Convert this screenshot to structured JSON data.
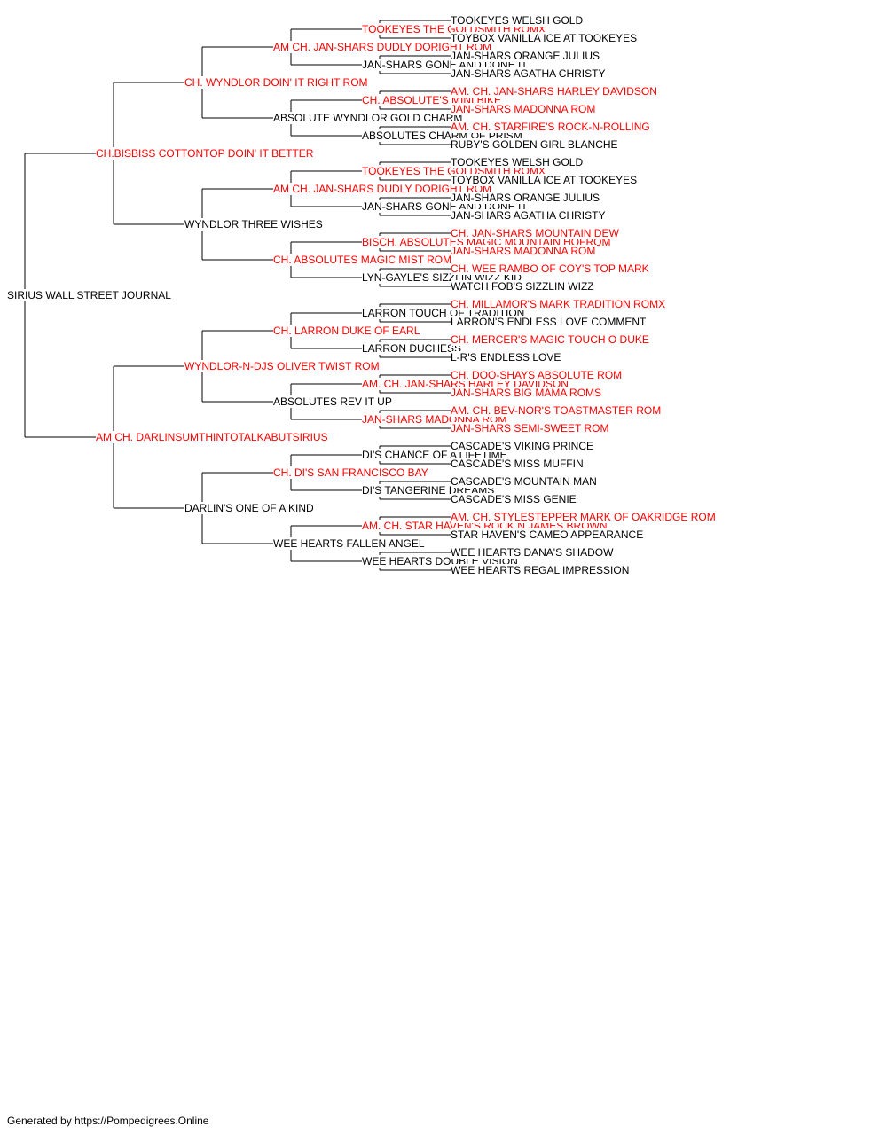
{
  "pedigree": {
    "name": "SIRIUS WALL STREET JOURNAL",
    "champion": false,
    "sire": {
      "name": "CH.BISBISS COTTONTOP DOIN' IT BETTER",
      "champion": true,
      "sire": {
        "name": "CH. WYNDLOR DOIN' IT RIGHT ROM",
        "champion": true,
        "sire": {
          "name": "AM CH. JAN-SHARS DUDLY DORIGHT ROM",
          "champion": true,
          "sire": {
            "name": "TOOKEYES THE GOLDSMITH ROMX",
            "champion": true,
            "sire": {
              "name": "TOOKEYES WELSH GOLD",
              "champion": false
            },
            "dam": {
              "name": "TOYBOX VANILLA ICE AT TOOKEYES",
              "champion": false
            }
          },
          "dam": {
            "name": "JAN-SHARS GONE AND DONE IT",
            "champion": false,
            "sire": {
              "name": "JAN-SHARS ORANGE JULIUS",
              "champion": false
            },
            "dam": {
              "name": "JAN-SHARS AGATHA CHRISTY",
              "champion": false
            }
          }
        },
        "dam": {
          "name": "ABSOLUTE WYNDLOR GOLD CHARM",
          "champion": false,
          "sire": {
            "name": "CH. ABSOLUTE'S MINI BIKE",
            "champion": true,
            "sire": {
              "name": "AM. CH. JAN-SHARS HARLEY DAVIDSON",
              "champion": true
            },
            "dam": {
              "name": "JAN-SHARS MADONNA ROM",
              "champion": true
            }
          },
          "dam": {
            "name": "ABSOLUTES CHARM OF PRISM",
            "champion": false,
            "sire": {
              "name": "AM. CH. STARFIRE'S ROCK-N-ROLLING",
              "champion": true
            },
            "dam": {
              "name": "RUBY'S GOLDEN GIRL BLANCHE",
              "champion": false
            }
          }
        }
      },
      "dam": {
        "name": "WYNDLOR THREE WISHES",
        "champion": false,
        "sire": {
          "name": "AM CH. JAN-SHARS DUDLY DORIGHT ROM",
          "champion": true,
          "sire": {
            "name": "TOOKEYES THE GOLDSMITH ROMX",
            "champion": true,
            "sire": {
              "name": "TOOKEYES WELSH GOLD",
              "champion": false
            },
            "dam": {
              "name": "TOYBOX VANILLA ICE AT TOOKEYES",
              "champion": false
            }
          },
          "dam": {
            "name": "JAN-SHARS GONE AND DONE IT",
            "champion": false,
            "sire": {
              "name": "JAN-SHARS ORANGE JULIUS",
              "champion": false
            },
            "dam": {
              "name": "JAN-SHARS AGATHA CHRISTY",
              "champion": false
            }
          }
        },
        "dam": {
          "name": "CH. ABSOLUTES MAGIC MIST ROM",
          "champion": true,
          "sire": {
            "name": "BISCH. ABSOLUTES MAGIC MOUNTAIN HOFROM",
            "champion": true,
            "sire": {
              "name": "CH. JAN-SHARS MOUNTAIN DEW",
              "champion": true
            },
            "dam": {
              "name": "JAN-SHARS MADONNA ROM",
              "champion": true
            }
          },
          "dam": {
            "name": "LYN-GAYLE'S SIZZLIN WIZZ KID",
            "champion": false,
            "sire": {
              "name": "CH. WEE RAMBO OF COY'S TOP MARK",
              "champion": true
            },
            "dam": {
              "name": "WATCH FOB'S SIZZLIN WIZZ",
              "champion": false
            }
          }
        }
      }
    },
    "dam": {
      "name": "AM CH. DARLINSUMTHINTOTALKABUTSIRIUS",
      "champion": true,
      "sire": {
        "name": "WYNDLOR-N-DJS OLIVER TWIST ROM",
        "champion": true,
        "sire": {
          "name": "CH. LARRON DUKE OF EARL",
          "champion": true,
          "sire": {
            "name": "LARRON TOUCH OF TRADITION",
            "champion": false,
            "sire": {
              "name": "CH. MILLAMOR'S MARK TRADITION ROMX",
              "champion": true
            },
            "dam": {
              "name": "LARRON'S ENDLESS LOVE COMMENT",
              "champion": false
            }
          },
          "dam": {
            "name": "LARRON DUCHESS",
            "champion": false,
            "sire": {
              "name": "CH. MERCER'S MAGIC TOUCH O DUKE",
              "champion": true
            },
            "dam": {
              "name": "L-R'S ENDLESS LOVE",
              "champion": false
            }
          }
        },
        "dam": {
          "name": "ABSOLUTES REV IT UP",
          "champion": false,
          "sire": {
            "name": "AM. CH. JAN-SHARS HARLEY DAVIDSON",
            "champion": true,
            "sire": {
              "name": "CH. DOO-SHAYS ABSOLUTE ROM",
              "champion": true
            },
            "dam": {
              "name": "JAN-SHARS BIG MAMA ROMS",
              "champion": true
            }
          },
          "dam": {
            "name": "JAN-SHARS MADONNA ROM",
            "champion": true,
            "sire": {
              "name": "AM. CH. BEV-NOR'S TOASTMASTER ROM",
              "champion": true
            },
            "dam": {
              "name": "JAN-SHARS SEMI-SWEET ROM",
              "champion": true
            }
          }
        }
      },
      "dam": {
        "name": "DARLIN'S ONE OF A KIND",
        "champion": false,
        "sire": {
          "name": "CH. DI'S SAN FRANCISCO BAY",
          "champion": true,
          "sire": {
            "name": "DI'S CHANCE OF A LIFETIME",
            "champion": false,
            "sire": {
              "name": "CASCADE'S VIKING PRINCE",
              "champion": false
            },
            "dam": {
              "name": "CASCADE'S MISS MUFFIN",
              "champion": false
            }
          },
          "dam": {
            "name": "DI'S TANGERINE DREAMS",
            "champion": false,
            "sire": {
              "name": "CASCADE'S MOUNTAIN MAN",
              "champion": false
            },
            "dam": {
              "name": "CASCADE'S MISS GENIE",
              "champion": false
            }
          }
        },
        "dam": {
          "name": "WEE HEARTS FALLEN ANGEL",
          "champion": false,
          "sire": {
            "name": "AM. CH. STAR HAVEN'S ROCK N JAMES BROWN",
            "champion": true,
            "sire": {
              "name": "AM. CH. STYLESTEPPER MARK OF OAKRIDGE ROM",
              "champion": true
            },
            "dam": {
              "name": "STAR HAVEN'S CAMEO APPEARANCE",
              "champion": false
            }
          },
          "dam": {
            "name": "WEE HEARTS DOUBLE VISION",
            "champion": false,
            "sire": {
              "name": "WEE HEARTS DANA'S SHADOW",
              "champion": false
            },
            "dam": {
              "name": "WEE HEARTS REGAL IMPRESSION",
              "champion": false
            }
          }
        }
      }
    }
  },
  "colors": {
    "champion": "#ff0000",
    "regular": "#000000",
    "line": "#000000"
  },
  "footer": {
    "text": "Generated by https://Pompedigrees.Online"
  }
}
